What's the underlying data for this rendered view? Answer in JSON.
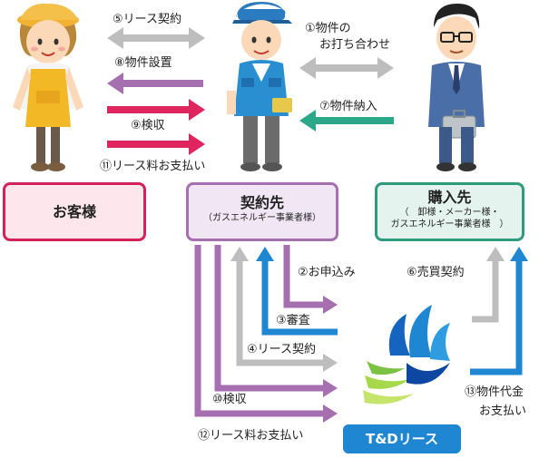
{
  "labels": {
    "step5": "⑤リース契約",
    "step8": "⑧物件設置",
    "step9": "⑨検収",
    "step11": "⑪リース料お支払い",
    "step1_line1": "①物件の",
    "step1_line2": "お打ち合わせ",
    "step7": "⑦物件納入",
    "step2": "②お申込み",
    "step3": "③審査",
    "step4": "④リース契約",
    "step6": "⑥売買契約",
    "step10": "⑩検収",
    "step12": "⑫リース料お支払い",
    "step13_line1": "⑬物件代金",
    "step13_line2": "お支払い"
  },
  "boxes": {
    "customer": {
      "title": "お客様"
    },
    "contractor": {
      "title": "契約先",
      "subtitle": "（ガスエネルギー事業者様）"
    },
    "purchase": {
      "title": "購入先",
      "subtitle_line1": "（　卸様・メーカー様・",
      "subtitle_line2": "ガスエネルギー事業者様　）"
    },
    "td": {
      "title": "T&Dリース"
    }
  },
  "colors": {
    "gray_arrow": "#bdbdbd",
    "purple_arrow": "#a56fb0",
    "red_arrow": "#e0245e",
    "teal_arrow": "#2ba889",
    "blue_arrow": "#1f86d1"
  }
}
